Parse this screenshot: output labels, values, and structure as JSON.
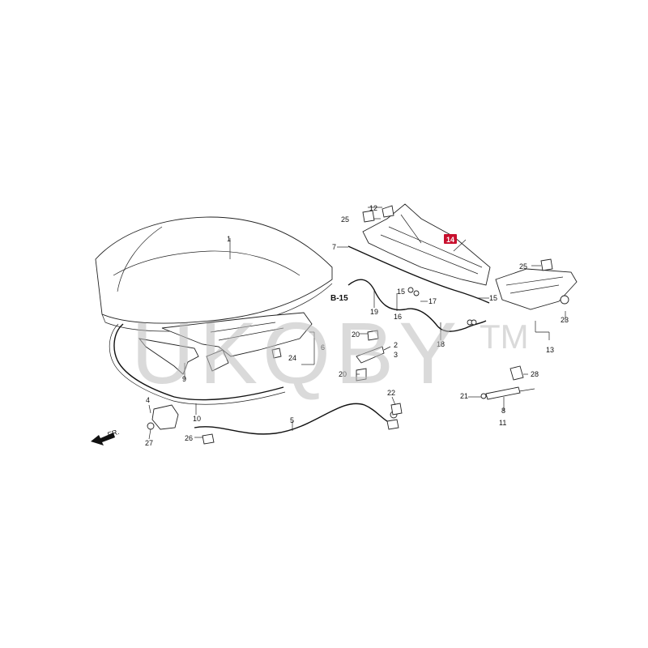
{
  "watermark": {
    "text": "UKQBY",
    "mark": "TM"
  },
  "reference": {
    "label": "B-15"
  },
  "front_indicator": {
    "label": "FR.",
    "icon": "front-arrow-icon"
  },
  "highlight": {
    "label": "14",
    "color": "#c8102e"
  },
  "callouts": {
    "c1": "1",
    "c2": "2",
    "c3": "3",
    "c4": "4",
    "c5": "5",
    "c6": "6",
    "c7": "7",
    "c8": "8",
    "c9": "9",
    "c10": "10",
    "c11": "11",
    "c12": "12",
    "c13": "13",
    "c15a": "15",
    "c15b": "15",
    "c16": "16",
    "c17": "17",
    "c18": "18",
    "c19": "19",
    "c20a": "20",
    "c20b": "20",
    "c21": "21",
    "c22": "22",
    "c23": "23",
    "c24": "24",
    "c25a": "25",
    "c25b": "25",
    "c26": "26",
    "c27": "27",
    "c28": "28"
  }
}
